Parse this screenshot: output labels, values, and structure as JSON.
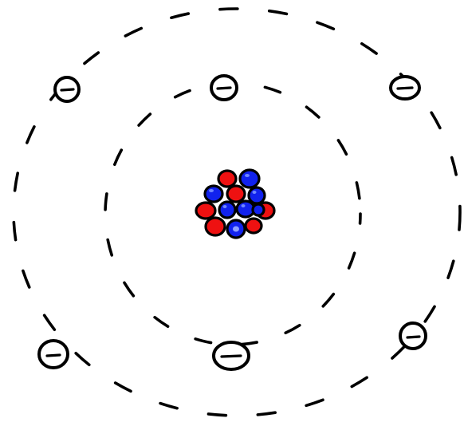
{
  "diagram": {
    "colors": {
      "background": "#ffffff",
      "ink": "#000000",
      "proton": "#ee1111",
      "neutron": "#1122ee",
      "electron_fill": "#ffffff"
    },
    "icons": {
      "electron": "minus-sign-in-circle",
      "proton": "red-filled-blob",
      "neutron": "blue-filled-blob"
    },
    "shells": [
      {
        "name": "inner-shell",
        "electron_count": 2
      },
      {
        "name": "outer-shell",
        "electron_count": 4
      }
    ],
    "nucleus": {
      "protons": 6,
      "neutrons": 7
    }
  }
}
